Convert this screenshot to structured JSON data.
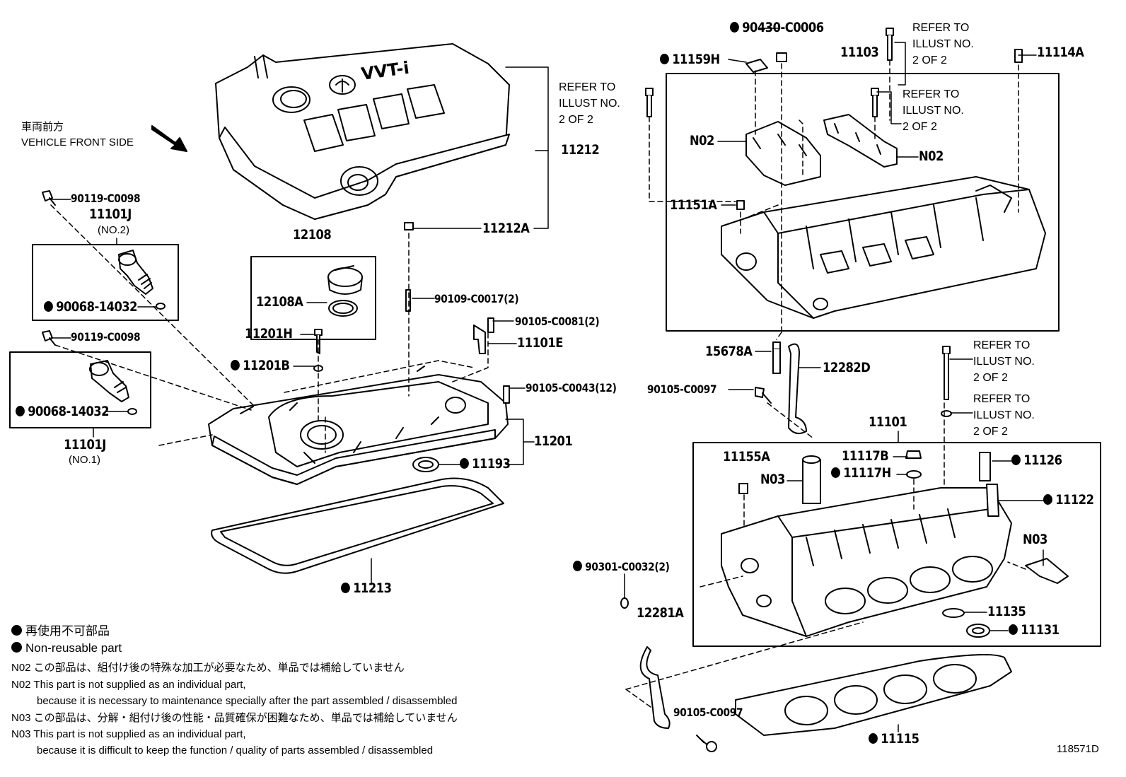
{
  "diagram_id": "118571D",
  "front_side": {
    "jp": "車両前方",
    "en": "VEHICLE FRONT SIDE"
  },
  "refer_text": "REFER TO\nILLUST NO.\n2 OF 2",
  "labels": {
    "p90119_top": "90119-C0098",
    "p11101J_no2": "11101J",
    "no2": "(NO.2)",
    "p90068_top": "90068-14032",
    "p90119_bot": "90119-C0098",
    "p90068_bot": "90068-14032",
    "p11101J_no1": "11101J",
    "no1": "(NO.1)",
    "p12108": "12108",
    "p12108A": "12108A",
    "p11201H": "11201H",
    "p11201B": "11201B",
    "p11212": "11212",
    "p11212A": "11212A",
    "p90109": "90109-C0017(2)",
    "p90105_81": "90105-C0081(2)",
    "p11101E": "11101E",
    "p90105_43": "90105-C0043(12)",
    "p11201": "11201",
    "p11193": "11193",
    "p11213": "11213",
    "p90430": "90430-C0006",
    "p11159H": "11159H",
    "p11103": "11103",
    "p11114A": "11114A",
    "n02_a": "N02",
    "n02_b": "N02",
    "p11151A": "11151A",
    "p15678A": "15678A",
    "p12282D": "12282D",
    "p90105_97a": "90105-C0097",
    "p11101": "11101",
    "p11155A": "11155A",
    "n03_a": "N03",
    "p11117B": "11117B",
    "p11117H": "11117H",
    "p11126": "11126",
    "p11122": "11122",
    "n03_b": "N03",
    "p90301": "90301-C0032(2)",
    "p11135": "11135",
    "p11131": "11131",
    "p12281A": "12281A",
    "p90105_97b": "90105-C0097",
    "p11115": "11115"
  },
  "legend": {
    "jp": "再使用不可部品",
    "en": "Non-reusable part"
  },
  "notes": {
    "n02_jp": "N02 この部品は、組付け後の特殊な加工が必要なため、単品では補給していません",
    "n02_en1": "N02 This part is not supplied as an individual part,",
    "n02_en2": "because it is necessary to maintenance specially after the part assembled / disassembled",
    "n03_jp": "N03 この部品は、分解・組付け後の性能・品質確保が困難なため、単品では補給していません",
    "n03_en1": "N03 This part is not supplied as an individual part,",
    "n03_en2": "because it is difficult to keep the function / quality of parts assembled / disassembled"
  },
  "cover_badge": "VVT-i"
}
